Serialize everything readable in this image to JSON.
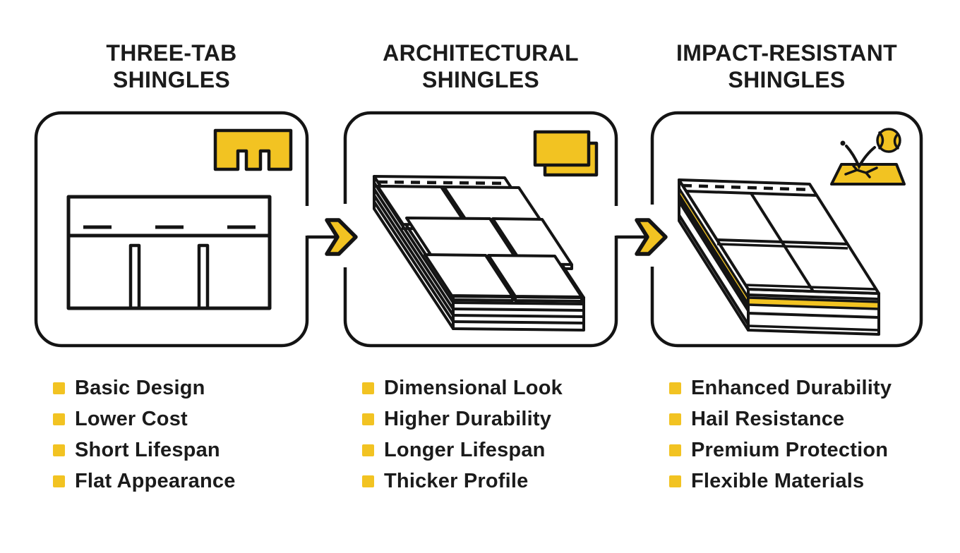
{
  "columns": [
    {
      "title": "THREE-TAB\nSHINGLES",
      "icon": "three-tab-shingle-icon",
      "illustration": "three-tab-shingle-front-view",
      "features": [
        "Basic Design",
        "Lower Cost",
        "Short Lifespan",
        "Flat Appearance"
      ]
    },
    {
      "title": "ARCHITECTURAL\nSHINGLES",
      "icon": "stacked-shingles-icon",
      "illustration": "layered-shingle-stack-isometric",
      "features": [
        "Dimensional Look",
        "Higher Durability",
        "Longer Lifespan",
        "Thicker Profile"
      ]
    },
    {
      "title": "IMPACT-RESISTANT\nSHINGLES",
      "icon": "hail-bounce-icon",
      "illustration": "reinforced-shingle-slab-isometric",
      "features": [
        "Enhanced Durability",
        "Hail Resistance",
        "Premium Protection",
        "Flexible Materials"
      ]
    }
  ],
  "arrows": [
    "arrow-right-1",
    "arrow-right-2"
  ],
  "colors": {
    "accent_yellow": "#F2C322",
    "outline_black": "#141414",
    "text_black": "#1B1B1B",
    "background": "#FFFFFF"
  }
}
